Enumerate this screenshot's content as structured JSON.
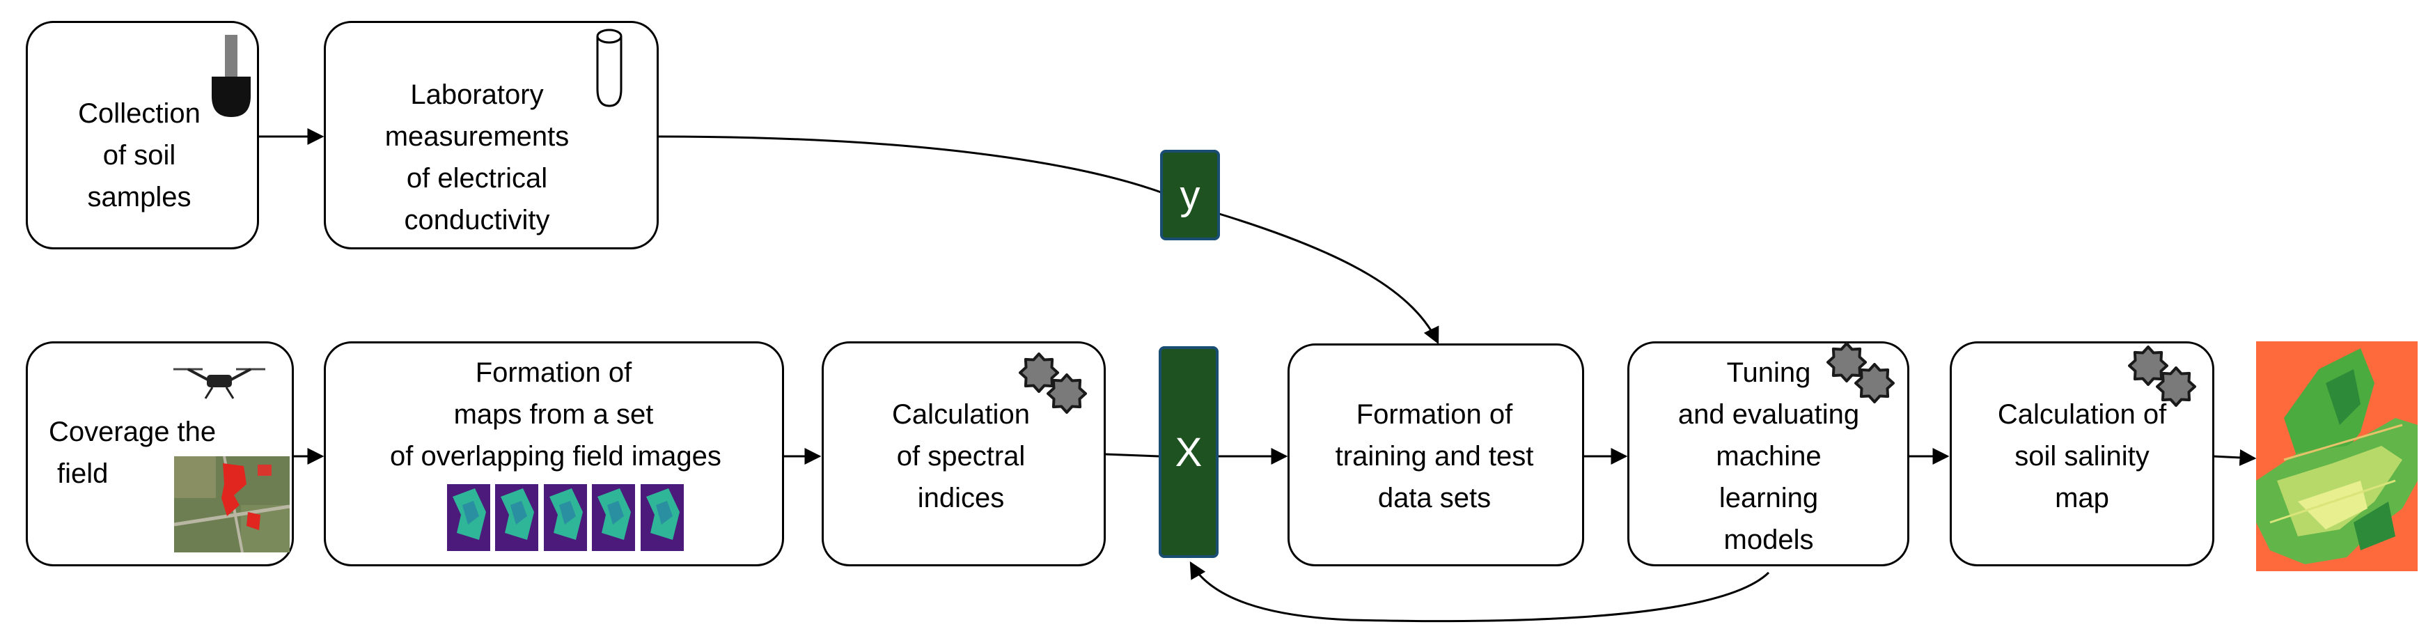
{
  "diagram": {
    "steps": {
      "collection": [
        "Collection",
        "of soil",
        "samples"
      ],
      "laboratory": [
        "Laboratory",
        "measurements",
        "of electrical",
        "conductivity"
      ],
      "coverage": [
        "Coverage the",
        "field"
      ],
      "formation_maps": [
        "Formation of",
        "maps from a set",
        "of overlapping field images"
      ],
      "spectral": [
        "Calculation",
        "of spectral",
        "indices"
      ],
      "training": [
        "Formation of",
        "training and test",
        "data sets"
      ],
      "tuning": [
        "Tuning",
        "and evaluating",
        "machine",
        "learning",
        "models"
      ],
      "salinity": [
        "Calculation of",
        "soil salinity",
        "map"
      ]
    },
    "variables": {
      "y": "y",
      "x": "X"
    },
    "icons": {
      "collection": "shovel-icon",
      "laboratory": "test-tube-icon",
      "coverage": "drone-icon",
      "coverage_photo": "field-photo-thumbnail",
      "formation_maps": "multispectral-image-strip",
      "spectral": "gears-icon",
      "tuning": "gears-icon",
      "salinity": "gears-icon",
      "output": "salinity-map-image"
    },
    "colors": {
      "variable_fill": "#1e5220",
      "variable_border": "#1a4d72",
      "map_background": "#ff6a3d",
      "map_field": "#2f9a3f"
    }
  }
}
